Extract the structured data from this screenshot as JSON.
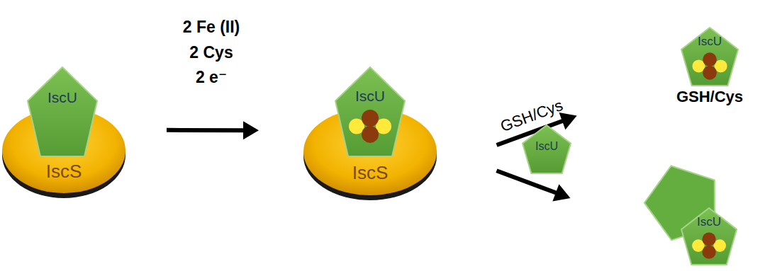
{
  "diagram": {
    "nodes": [
      {
        "text": [
          "IscS"
        ]
      },
      {
        "text": [
          "IscU"
        ],
        "in": 0
      },
      {
        "text": [
          "IscS"
        ]
      },
      {
        "text": [
          "IscU"
        ],
        "in": 2
      },
      {
        "text": [
          "IscU",
          "GSH/Cys"
        ]
      },
      {
        "text": [
          "IscU"
        ]
      },
      {
        "text": [
          "IscU"
        ]
      }
    ],
    "edges": [
      {
        "from": 0,
        "to": 2,
        "arrow": "to"
      },
      {
        "from": 2,
        "to": 4,
        "arrow": "to",
        "label": "GSH/Cys"
      },
      {
        "from": 2,
        "to": 6,
        "arrow": "to"
      }
    ],
    "labels": [
      "2 Fe (II)",
      "2 Cys",
      "2 e⁻"
    ]
  }
}
